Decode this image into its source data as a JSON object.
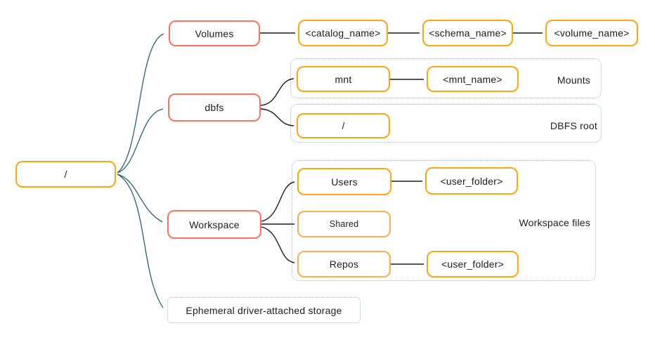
{
  "diagram": {
    "description": "Filesystem hierarchy diagram",
    "nodes": {
      "root": "/",
      "volumes": "Volumes",
      "catalog_name": "<catalog_name>",
      "schema_name": "<schema_name>",
      "volume_name": "<volume_name>",
      "dbfs": "dbfs",
      "mnt": "mnt",
      "mnt_name": "<mnt_name>",
      "dbfs_root_slash": "/",
      "workspace": "Workspace",
      "users": "Users",
      "users_user_folder": "<user_folder>",
      "shared": "Shared",
      "repos": "Repos",
      "repos_user_folder": "<user_folder>",
      "ephemeral_storage": "Ephemeral driver-attached storage"
    },
    "group_labels": {
      "mounts": "Mounts",
      "dbfs_root": "DBFS root",
      "workspace_files": "Workspace files"
    },
    "edges": [
      {
        "from": "root",
        "to": "volumes"
      },
      {
        "from": "root",
        "to": "dbfs"
      },
      {
        "from": "root",
        "to": "workspace"
      },
      {
        "from": "root",
        "to": "ephemeral_storage"
      },
      {
        "from": "volumes",
        "to": "catalog_name"
      },
      {
        "from": "catalog_name",
        "to": "schema_name"
      },
      {
        "from": "schema_name",
        "to": "volume_name"
      },
      {
        "from": "dbfs",
        "to": "mnt"
      },
      {
        "from": "dbfs",
        "to": "dbfs_root_slash"
      },
      {
        "from": "mnt",
        "to": "mnt_name"
      },
      {
        "from": "workspace",
        "to": "users"
      },
      {
        "from": "workspace",
        "to": "shared"
      },
      {
        "from": "workspace",
        "to": "repos"
      },
      {
        "from": "users",
        "to": "users_user_folder"
      },
      {
        "from": "repos",
        "to": "repos_user_folder"
      }
    ],
    "colors": {
      "coral_border": "#FF7262",
      "orange_border": "#FFA611",
      "orange_light_border": "#FBAE55",
      "teal_arrow": "#2E5E6E",
      "black_arrow": "#1C1C1C",
      "dotted_group_border": "#9BBCD1",
      "text": "#1C1C1C",
      "background": "#FFFFFF"
    }
  }
}
